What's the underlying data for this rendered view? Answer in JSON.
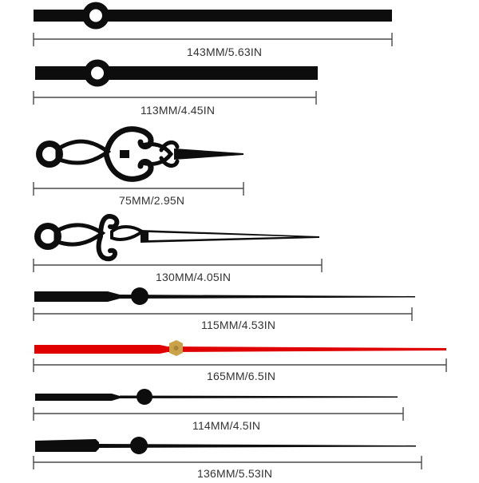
{
  "colors": {
    "hand": "#0d0d0d",
    "second_hand": "#e00000",
    "hub_gold": "#c9a24a",
    "dimension_line": "#4a4a4a"
  },
  "hands": [
    {
      "name": "hour-hand-straight-long",
      "label": "143MM/5.63IN"
    },
    {
      "name": "hour-hand-straight-short",
      "label": "113MM/4.45IN"
    },
    {
      "name": "ornate-hand-short",
      "label": "75MM/2.95N"
    },
    {
      "name": "ornate-hand-long",
      "label": "130MM/4.05IN"
    },
    {
      "name": "minute-hand-flat-tail",
      "label": "115MM/4.53IN"
    },
    {
      "name": "second-hand-red",
      "label": "165MM/6.5IN"
    },
    {
      "name": "minute-hand-tapered-tail",
      "label": "114MM/4.5IN"
    },
    {
      "name": "minute-hand-block-tail",
      "label": "136MM/5.53IN"
    }
  ]
}
